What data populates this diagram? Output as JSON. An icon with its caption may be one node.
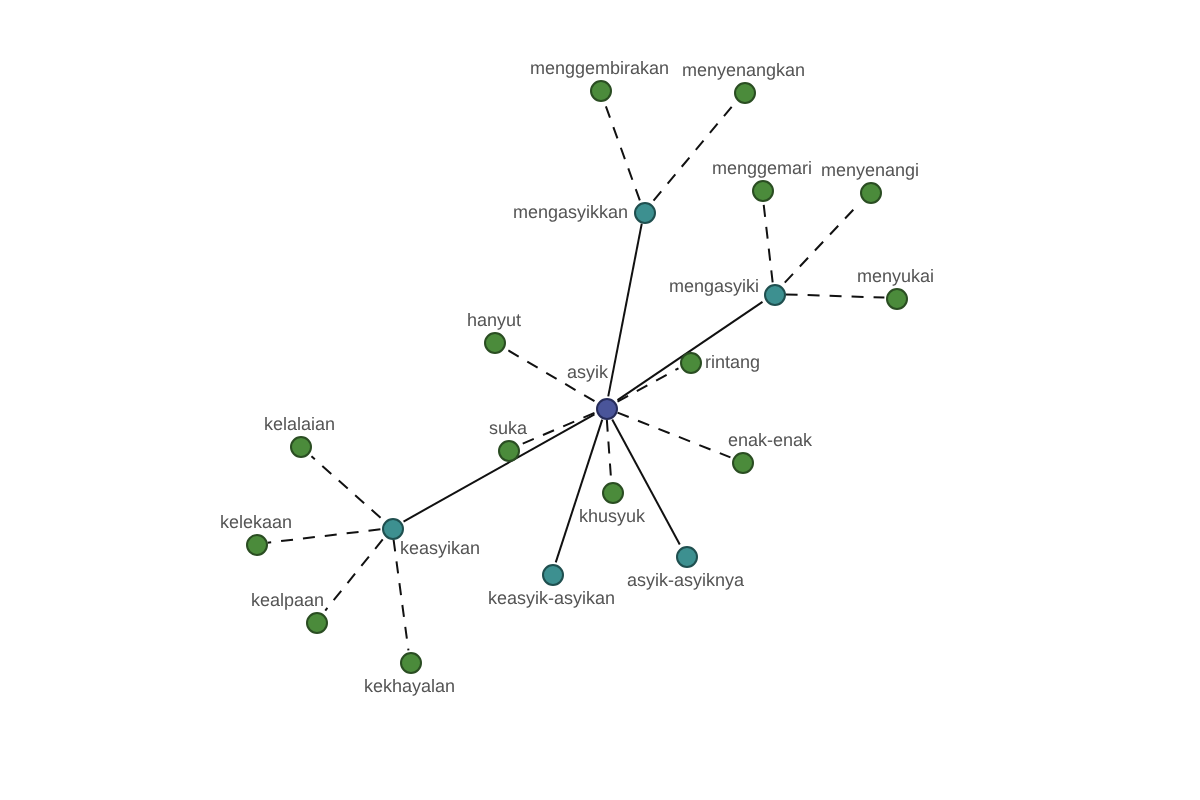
{
  "diagram": {
    "nodes": [
      {
        "text": [
          "menggembirakan"
        ]
      },
      {
        "text": [
          "menyenangkan"
        ]
      },
      {
        "text": [
          "mengasyikkan"
        ]
      },
      {
        "text": [
          "menggemari"
        ]
      },
      {
        "text": [
          "menyenangi"
        ]
      },
      {
        "text": [
          "mengasyiki"
        ]
      },
      {
        "text": [
          "menyukai"
        ]
      },
      {
        "text": [
          "hanyut"
        ]
      },
      {
        "text": [
          "rintang"
        ]
      },
      {
        "text": [
          "asyik"
        ]
      },
      {
        "text": [
          "kelalaian"
        ]
      },
      {
        "text": [
          "suka"
        ]
      },
      {
        "text": [
          "enak-enak"
        ]
      },
      {
        "text": [
          "khusyuk"
        ]
      },
      {
        "text": [
          "keasyikan"
        ]
      },
      {
        "text": [
          "kelekaan"
        ]
      },
      {
        "text": [
          "asyik-asyiknya"
        ]
      },
      {
        "text": [
          "keasyik-asyikan"
        ]
      },
      {
        "text": [
          "kealpaan"
        ]
      },
      {
        "text": [
          "kekhayalan"
        ]
      }
    ],
    "edges": [
      {
        "from": 9,
        "to": 2,
        "arrow": "none"
      },
      {
        "from": 9,
        "to": 5,
        "arrow": "none"
      },
      {
        "from": 9,
        "to": 14,
        "arrow": "none"
      },
      {
        "from": 9,
        "to": 17,
        "arrow": "none"
      },
      {
        "from": 9,
        "to": 16,
        "arrow": "none"
      },
      {
        "from": 2,
        "to": 0,
        "arrow": "none",
        "style": "dashed"
      },
      {
        "from": 2,
        "to": 1,
        "arrow": "none",
        "style": "dashed"
      },
      {
        "from": 5,
        "to": 3,
        "arrow": "none",
        "style": "dashed"
      },
      {
        "from": 5,
        "to": 4,
        "arrow": "none",
        "style": "dashed"
      },
      {
        "from": 5,
        "to": 6,
        "arrow": "none",
        "style": "dashed"
      },
      {
        "from": 9,
        "to": 7,
        "arrow": "none",
        "style": "dashed"
      },
      {
        "from": 9,
        "to": 8,
        "arrow": "none",
        "style": "dashed"
      },
      {
        "from": 9,
        "to": 11,
        "arrow": "none",
        "style": "dashed"
      },
      {
        "from": 9,
        "to": 12,
        "arrow": "none",
        "style": "dashed"
      },
      {
        "from": 9,
        "to": 13,
        "arrow": "none",
        "style": "dashed"
      },
      {
        "from": 14,
        "to": 10,
        "arrow": "none",
        "style": "dashed"
      },
      {
        "from": 14,
        "to": 15,
        "arrow": "none",
        "style": "dashed"
      },
      {
        "from": 14,
        "to": 18,
        "arrow": "none",
        "style": "dashed"
      },
      {
        "from": 14,
        "to": 19,
        "arrow": "none",
        "style": "dashed"
      }
    ]
  }
}
